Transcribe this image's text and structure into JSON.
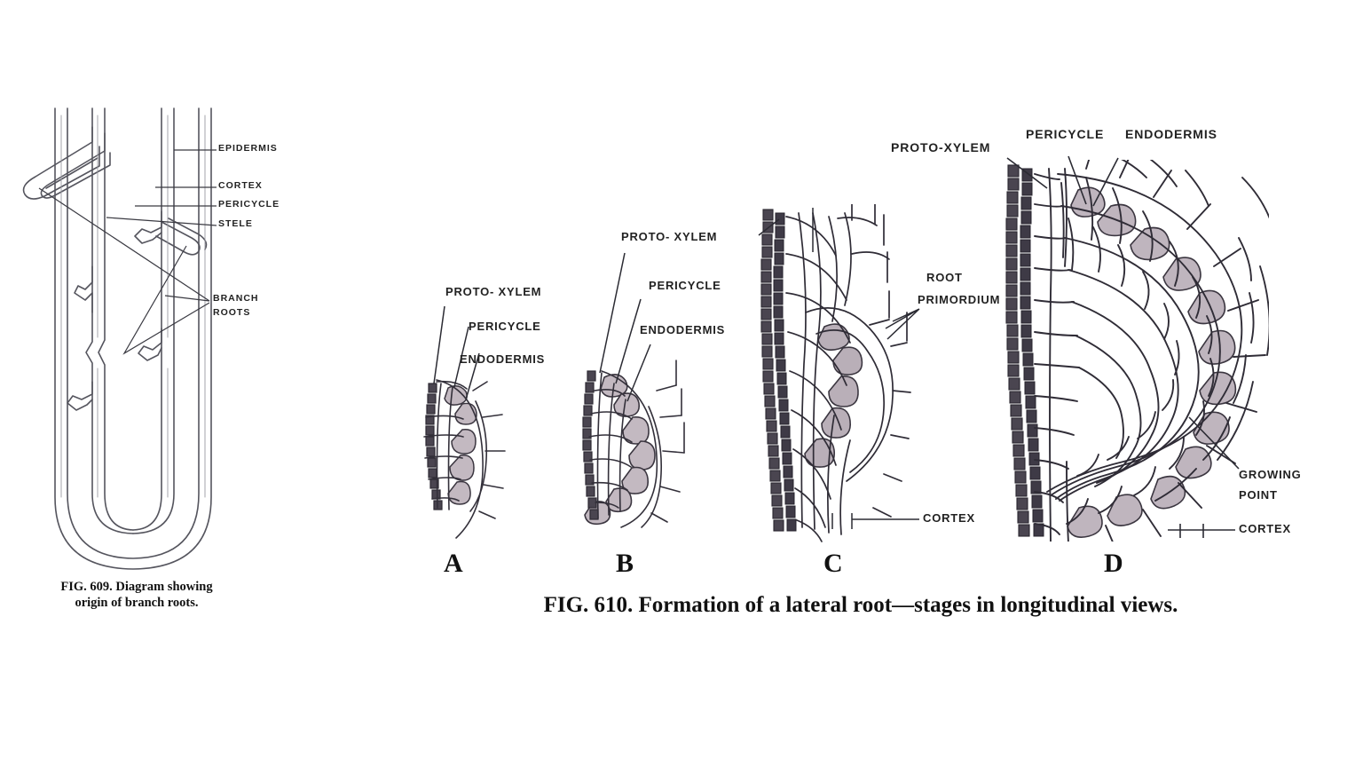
{
  "figure_609": {
    "name": "origin-of-branch-roots",
    "labels": [
      {
        "id": "epidermis",
        "text": "EPIDERMIS"
      },
      {
        "id": "cortex",
        "text": "CORTEX"
      },
      {
        "id": "pericycle",
        "text": "PERICYCLE"
      },
      {
        "id": "stele",
        "text": "STELE"
      },
      {
        "id": "branch_roots_l1",
        "text": "BRANCH"
      },
      {
        "id": "branch_roots_l2",
        "text": "ROOTS"
      }
    ],
    "caption_line1": "FIG. 609. Diagram showing",
    "caption_line2": "origin of branch roots."
  },
  "figure_610": {
    "name": "formation-of-lateral-root",
    "caption": "FIG. 610. Formation of a lateral root—stages in longitudinal views.",
    "stages": [
      {
        "letter": "A",
        "labels": [
          {
            "id": "proto_xylem",
            "text": "PROTO- XYLEM"
          },
          {
            "id": "pericycle",
            "text": "PERICYCLE"
          },
          {
            "id": "endodermis",
            "text": "ENDODERMIS"
          }
        ]
      },
      {
        "letter": "B",
        "labels": [
          {
            "id": "proto_xylem",
            "text": "PROTO- XYLEM"
          },
          {
            "id": "pericycle",
            "text": "PERICYCLE"
          },
          {
            "id": "endodermis",
            "text": "ENDODERMIS"
          }
        ]
      },
      {
        "letter": "C",
        "labels": [
          {
            "id": "root_primordium_l1",
            "text": "ROOT"
          },
          {
            "id": "root_primordium_l2",
            "text": "PRIMORDIUM"
          },
          {
            "id": "cortex",
            "text": "CORTEX"
          }
        ]
      },
      {
        "letter": "D",
        "labels": [
          {
            "id": "proto_xylem",
            "text": "PROTO-XYLEM"
          },
          {
            "id": "pericycle",
            "text": "PERICYCLE"
          },
          {
            "id": "endodermis",
            "text": "ENDODERMIS"
          },
          {
            "id": "growing_point_l1",
            "text": "GROWING"
          },
          {
            "id": "growing_point_l2",
            "text": "POINT"
          },
          {
            "id": "cortex",
            "text": "CORTEX"
          }
        ]
      }
    ]
  },
  "colors": {
    "background": "#ffffff",
    "ink": "#2b2b30",
    "ink_light": "#6d6d75",
    "cell_shaded": "#bfb6bd",
    "cell_dark": "#4a4550",
    "text": "#1f1f22"
  }
}
